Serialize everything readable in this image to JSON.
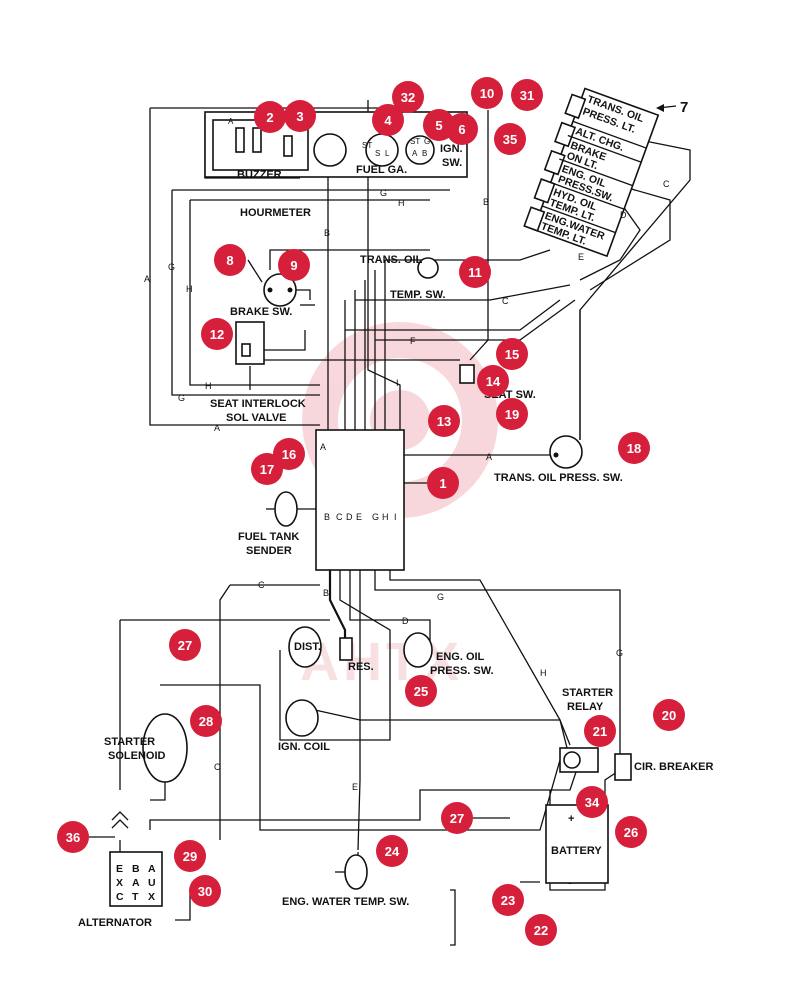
{
  "watermark": {
    "text": "AHTX",
    "color": "#f2b8bf"
  },
  "colors": {
    "callout": "#d61f3b",
    "ink": "#111111"
  },
  "labels": {
    "buzzer": "BUZZER",
    "hourmeter": "HOURMETER",
    "fuel_gauge": "FUEL GA.",
    "ign_sw_1": "IGN.",
    "ign_sw_2": "SW.",
    "trans_oil_temp_1": "TRANS. OIL",
    "trans_oil_temp_2": "TEMP. SW.",
    "brake_sw": "BRAKE SW.",
    "seat_interlock_1": "SEAT INTERLOCK",
    "seat_interlock_2": "SOL VALVE",
    "seat_sw": "SEAT SW.",
    "trans_oil_press_sw": "TRANS. OIL PRESS. SW.",
    "fuel_tank_1": "FUEL TANK",
    "fuel_tank_2": "SENDER",
    "dist": "DIST.",
    "res": "RES.",
    "eng_oil_press_1": "ENG. OIL",
    "eng_oil_press_2": "PRESS. SW.",
    "ign_coil": "IGN. COIL",
    "starter_relay_1": "STARTER",
    "starter_relay_2": "RELAY",
    "cir_breaker": "CIR. BREAKER",
    "starter_solenoid_1": "STARTER",
    "starter_solenoid_2": "SOLENOID",
    "battery": "BATTERY",
    "alternator": "ALTERNATOR",
    "eng_water_temp_sw": "ENG. WATER TEMP. SW."
  },
  "warning_panel": {
    "label_7": "7",
    "lamps": [
      "TRANS. OIL PRESS. LT.",
      "ALT. CHG.",
      "BRAKE ON LT.",
      "ENG. OIL PRESS.SW.",
      "HYD. OIL TEMP. LT.",
      "ENG.WATER TEMP. LT."
    ],
    "lines": [
      "TRANS. OIL",
      "PRESS. LT.",
      "ALT. CHG.",
      "BRAKE",
      "ON LT.",
      "ENG. OIL",
      "PRESS.SW.",
      "HYD. OIL",
      "TEMP. LT.",
      "ENG.WATER",
      "TEMP. LT."
    ]
  },
  "alternator_terminals": [
    "E",
    "X",
    "C",
    "B",
    "A",
    "T",
    "A",
    "U",
    "X"
  ],
  "harness_letters": {
    "top": "A",
    "bottom": [
      "B",
      "C",
      "D",
      "E",
      "G",
      "H",
      "I"
    ]
  },
  "wire_letters": {
    "A": "A",
    "B": "B",
    "C": "C",
    "D": "D",
    "E": "E",
    "F": "F",
    "G": "G",
    "H": "H",
    "I": "I"
  },
  "battery_terms": {
    "plus": "+",
    "minus": "-"
  },
  "callouts": [
    "1",
    "2",
    "3",
    "4",
    "5",
    "6",
    "8",
    "9",
    "10",
    "11",
    "12",
    "13",
    "14",
    "15",
    "16",
    "17",
    "18",
    "19",
    "20",
    "21",
    "22",
    "23",
    "24",
    "25",
    "26",
    "27",
    "27",
    "28",
    "29",
    "30",
    "31",
    "32",
    "34",
    "35",
    "36"
  ]
}
